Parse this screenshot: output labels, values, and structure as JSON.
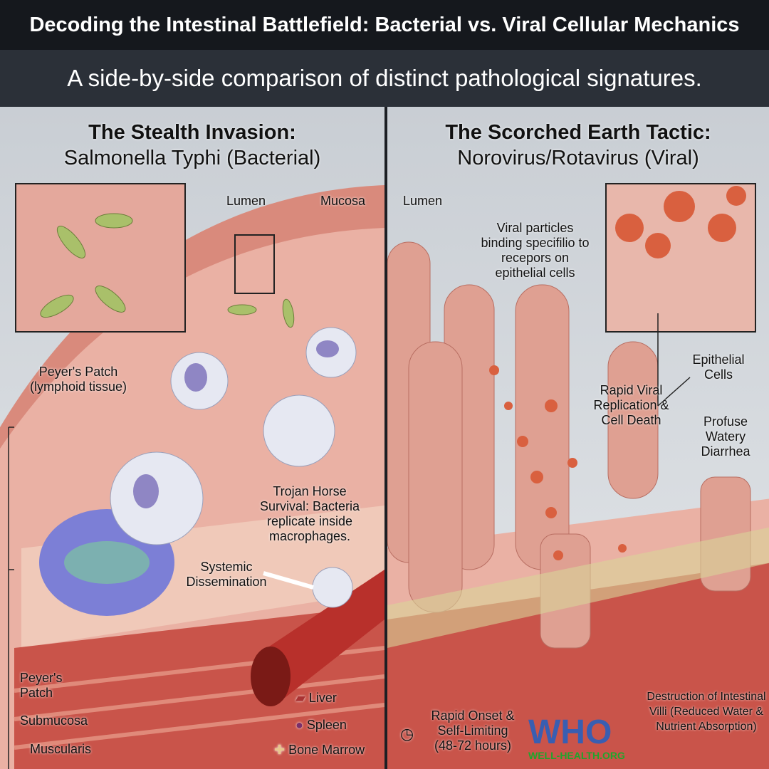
{
  "title": "Decoding the Intestinal Battlefield: Bacterial vs. Viral Cellular Mechanics",
  "subtitle": "A side-by-side comparison of distinct pathological signatures.",
  "left": {
    "heading": "The Stealth Invasion:",
    "subheading": "Salmonella Typhi (Bacterial)",
    "labels": {
      "lumen": "Lumen",
      "mucosa": "Mucosa",
      "peyers_patch_top": "Peyer's Patch (lymphoid tissue)",
      "trojan": "Trojan Horse Survival: Bacteria replicate inside macrophages.",
      "systemic": "Systemic Dissemination",
      "peyers_patch_bottom": "Peyer's Patch",
      "submucosa": "Submucosa",
      "muscularis": "Muscularis",
      "liver": "Liver",
      "spleen": "Spleen",
      "bone_marrow": "Bone Marrow"
    }
  },
  "right": {
    "heading": "The Scorched Earth Tactic:",
    "subheading": "Norovirus/Rotavirus (Viral)",
    "labels": {
      "lumen": "Lumen",
      "binding": "Viral particles binding specifilio to recepors on epithelial cells",
      "epithelial": "Epithelial Cells",
      "replication": "Rapid Viral Replication & Cell Death",
      "diarrhea": "Profuse Watery Diarrhea",
      "onset": "Rapid Onset & Self-Limiting",
      "duration": "(48-72 hours)",
      "destruction": "Destruction of Intestinal Villi (Reduced Water & Nutrient Absorption)"
    }
  },
  "watermark": {
    "text": "WHO",
    "sub": "WELL-HEALTH.ORG"
  },
  "icons": [
    "clock-icon",
    "liver-icon",
    "spleen-icon",
    "bone-icon"
  ],
  "colors": {
    "tissue": "#e3a196",
    "bacteria": "#a9c06a",
    "virus": "#d9603f",
    "macrophage": "#e6e8f2",
    "vessel": "#b8302b"
  }
}
